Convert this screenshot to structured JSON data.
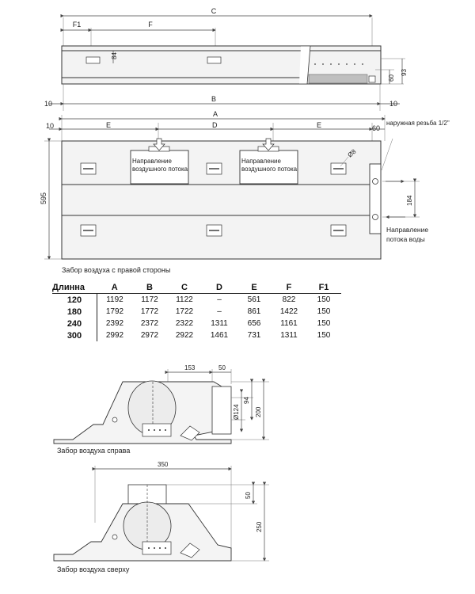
{
  "top_view": {
    "dims": {
      "C": "C",
      "F1": "F1",
      "F": "F",
      "h84": "84",
      "h60": "60",
      "h93": "93",
      "left10": "10",
      "B": "B",
      "right10": "10",
      "A": "A",
      "e10": "10",
      "E1": "E",
      "D": "D",
      "E2": "E",
      "s60": "60",
      "h595": "595",
      "h184": "184",
      "d8": "Ø8"
    },
    "note_airflow_1": "Направление воздушного потока",
    "note_airflow_2": "Направление воздушного потока",
    "thread_label": "наружная резьба 1/2\"",
    "water_label": "Направление потока воды",
    "caption": "Забор воздуха с правой стороны"
  },
  "table": {
    "headers": [
      "Длинна",
      "A",
      "B",
      "C",
      "D",
      "E",
      "F",
      "F1"
    ],
    "rows": [
      [
        "120",
        "1192",
        "1172",
        "1122",
        "–",
        "561",
        "822",
        "150"
      ],
      [
        "180",
        "1792",
        "1772",
        "1722",
        "–",
        "861",
        "1422",
        "150"
      ],
      [
        "240",
        "2392",
        "2372",
        "2322",
        "1311",
        "656",
        "1161",
        "150"
      ],
      [
        "300",
        "2992",
        "2972",
        "2922",
        "1461",
        "731",
        "1311",
        "150"
      ]
    ]
  },
  "side_right": {
    "dims": {
      "w153": "153",
      "w50": "50",
      "d124": "Ø124",
      "h94": "94",
      "h200": "200"
    },
    "caption": "Забор воздуха справа"
  },
  "side_top": {
    "dims": {
      "w350": "350",
      "h50": "50",
      "h250": "250"
    },
    "caption": "Забор воздуха сверху"
  }
}
